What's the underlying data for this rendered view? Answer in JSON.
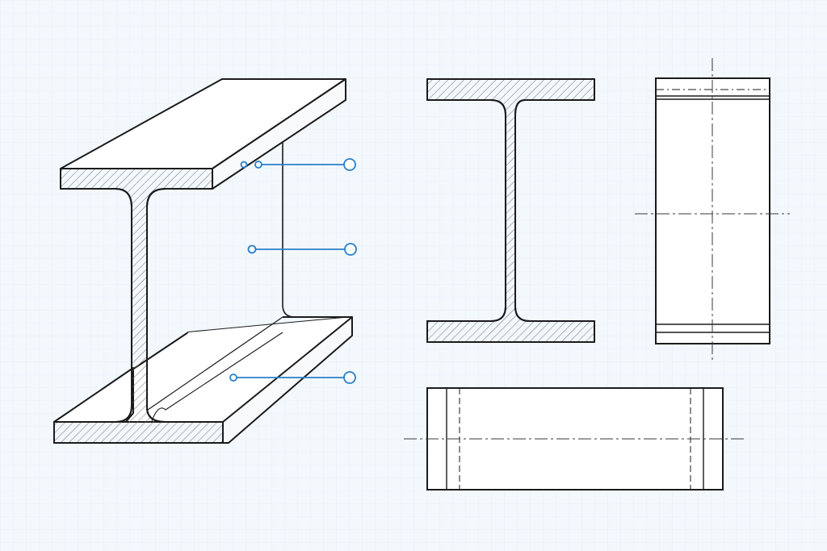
{
  "drawing": {
    "background": "#f3f8fd",
    "grid_color": "#dde7f1",
    "line_color": "#1b1b1b",
    "hatch_color": "#6f6f6f",
    "centerline_color": "#3a3a3a",
    "callout_color": "#2a7fc8"
  },
  "views": [
    "isometric-view",
    "front-section-view",
    "side-view",
    "top-view"
  ],
  "callouts": [
    {
      "name": "callout-top-flange"
    },
    {
      "name": "callout-web"
    },
    {
      "name": "callout-bottom-flange"
    }
  ]
}
